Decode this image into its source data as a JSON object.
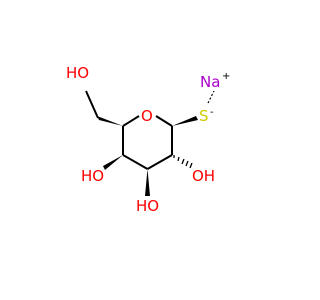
{
  "molecule": {
    "colors": {
      "bond": "#000000",
      "oxygen": "#ff0000",
      "sulfur": "#cccc00",
      "sodium": "#aa00cc",
      "background": "#ffffff"
    },
    "labels": {
      "ring_oxygen": "O",
      "hydroxymethyl_oh": "HO",
      "sodium": "Na",
      "sodium_charge": "+",
      "sulfur": "S",
      "sulfur_charge": "-",
      "oh_c4": "HO",
      "oh_c3": "HO",
      "oh_c2": "OH"
    }
  }
}
